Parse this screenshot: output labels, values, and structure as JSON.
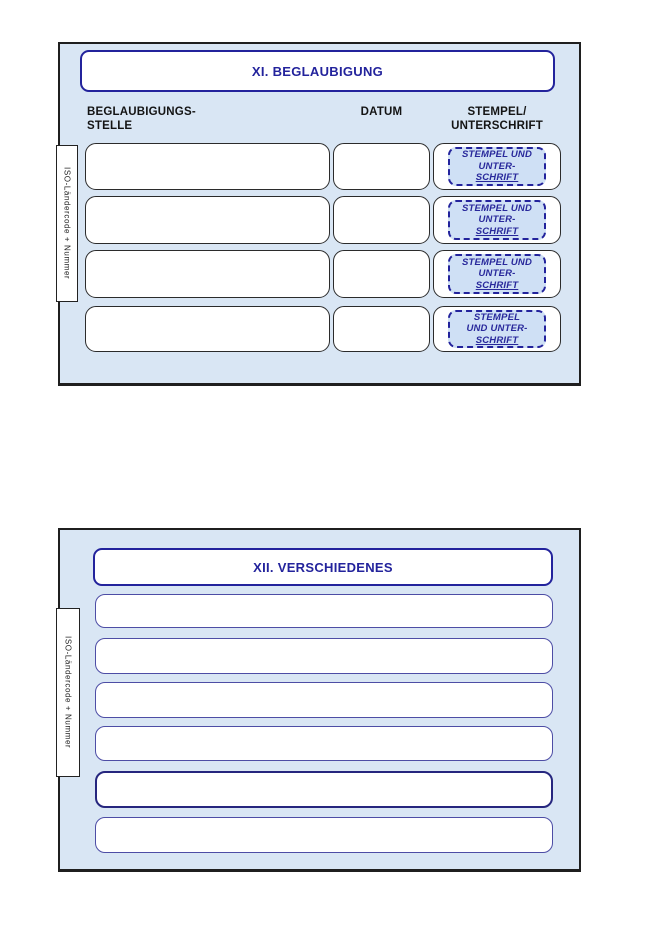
{
  "colors": {
    "panel_bg": "#d9e6f4",
    "panel_border": "#1f1f1f",
    "accent_navy": "#23239c",
    "box_border_dark": "#2b2b2b",
    "box_border_blue": "#4d4da5",
    "stamp_fill": "#cfe0f5"
  },
  "section_11": {
    "title": "XI. BEGLAUBIGUNG",
    "side_label": "ISO-Ländercode + Nummer",
    "columns": {
      "authority": [
        "BEGLAUBIGUNGS-",
        "STELLE"
      ],
      "date": "DATUM",
      "stamp": [
        "STEMPEL/",
        "UNTERSCHRIFT"
      ]
    },
    "rows": [
      {
        "stamp_lines": [
          "STEMPEL UND",
          "UNTER-",
          "SCHRIFT"
        ]
      },
      {
        "stamp_lines": [
          "STEMPEL UND",
          "UNTER-",
          "SCHRIFT"
        ]
      },
      {
        "stamp_lines": [
          "STEMPEL UND",
          "UNTER-",
          "SCHRIFT"
        ]
      },
      {
        "stamp_lines": [
          "STEMPEL",
          "UND UNTER-",
          "SCHRIFT"
        ]
      }
    ]
  },
  "section_12": {
    "title": "XII. VERSCHIEDENES",
    "side_label": "ISO-Ländercode + Nummer",
    "row_count": 6
  }
}
